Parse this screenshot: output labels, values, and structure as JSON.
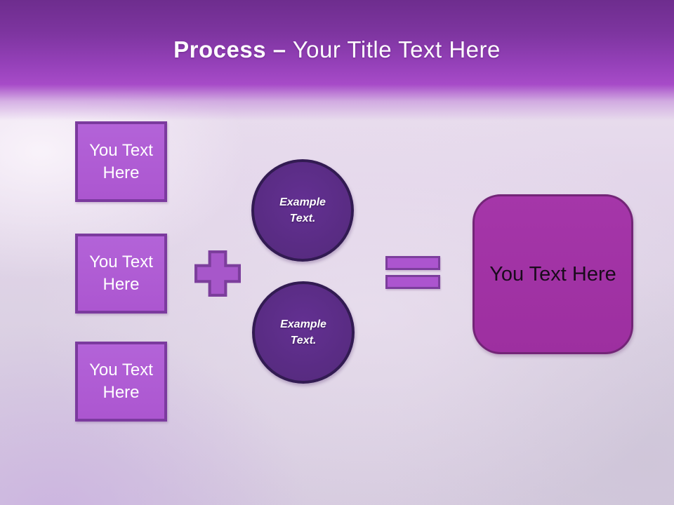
{
  "slide_title": {
    "bold": "Process",
    "separator": "–",
    "rest": "Your Title Text Here"
  },
  "diagram": {
    "input_boxes": [
      {
        "label": "You Text Here"
      },
      {
        "label": "You Text Here"
      },
      {
        "label": "You Text Here"
      }
    ],
    "plus_icon": "plus-sign",
    "circles": [
      {
        "line1": "Example",
        "line2": "Text."
      },
      {
        "line1": "Example",
        "line2": "Text."
      }
    ],
    "equals_icon": "equals-sign",
    "result_box": {
      "label": "You Text Here"
    }
  },
  "colors": {
    "header_top": "#6E2D8E",
    "header_bottom": "#A74BC8",
    "box_fill": "#B05CD5",
    "box_border": "#7B3A9E",
    "operator_fill": "#AC55CF",
    "operator_border": "#7C3E9C",
    "circle_fill": "#5C2D86",
    "circle_border": "#321B52",
    "result_fill": "#A133A4",
    "result_border": "#732577",
    "background": "#DCCFE5",
    "title_color": "#FFFFFF",
    "box_text_color": "#FFFFFF",
    "result_text_color": "#1A0B1C"
  }
}
